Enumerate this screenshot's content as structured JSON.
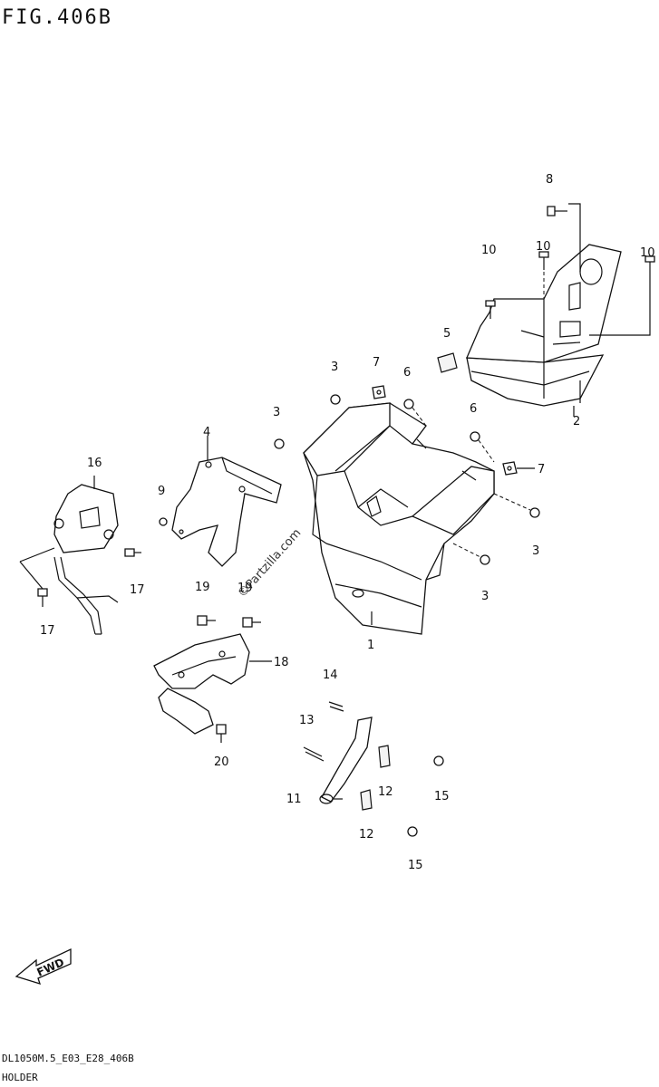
{
  "figure": {
    "title": "FIG.406B",
    "code": "DL1050M.5_E03_E28_406B",
    "name": "HOLDER",
    "watermark": "©Partzilla.com",
    "fwd_label": "FWD"
  },
  "callouts": [
    {
      "id": "c1",
      "label": "1"
    },
    {
      "id": "c2",
      "label": "2"
    },
    {
      "id": "c3a",
      "label": "3"
    },
    {
      "id": "c3b",
      "label": "3"
    },
    {
      "id": "c3c",
      "label": "3"
    },
    {
      "id": "c3d",
      "label": "3"
    },
    {
      "id": "c4",
      "label": "4"
    },
    {
      "id": "c5",
      "label": "5"
    },
    {
      "id": "c6a",
      "label": "6"
    },
    {
      "id": "c6b",
      "label": "6"
    },
    {
      "id": "c7a",
      "label": "7"
    },
    {
      "id": "c7b",
      "label": "7"
    },
    {
      "id": "c8",
      "label": "8"
    },
    {
      "id": "c9",
      "label": "9"
    },
    {
      "id": "c10a",
      "label": "10"
    },
    {
      "id": "c10b",
      "label": "10"
    },
    {
      "id": "c10c",
      "label": "10"
    },
    {
      "id": "c11",
      "label": "11"
    },
    {
      "id": "c12a",
      "label": "12"
    },
    {
      "id": "c12b",
      "label": "12"
    },
    {
      "id": "c13",
      "label": "13"
    },
    {
      "id": "c14",
      "label": "14"
    },
    {
      "id": "c15a",
      "label": "15"
    },
    {
      "id": "c15b",
      "label": "15"
    },
    {
      "id": "c16",
      "label": "16"
    },
    {
      "id": "c17a",
      "label": "17"
    },
    {
      "id": "c17b",
      "label": "17"
    },
    {
      "id": "c18",
      "label": "18"
    },
    {
      "id": "c19a",
      "label": "19"
    },
    {
      "id": "c19b",
      "label": "19"
    },
    {
      "id": "c20",
      "label": "20"
    }
  ]
}
